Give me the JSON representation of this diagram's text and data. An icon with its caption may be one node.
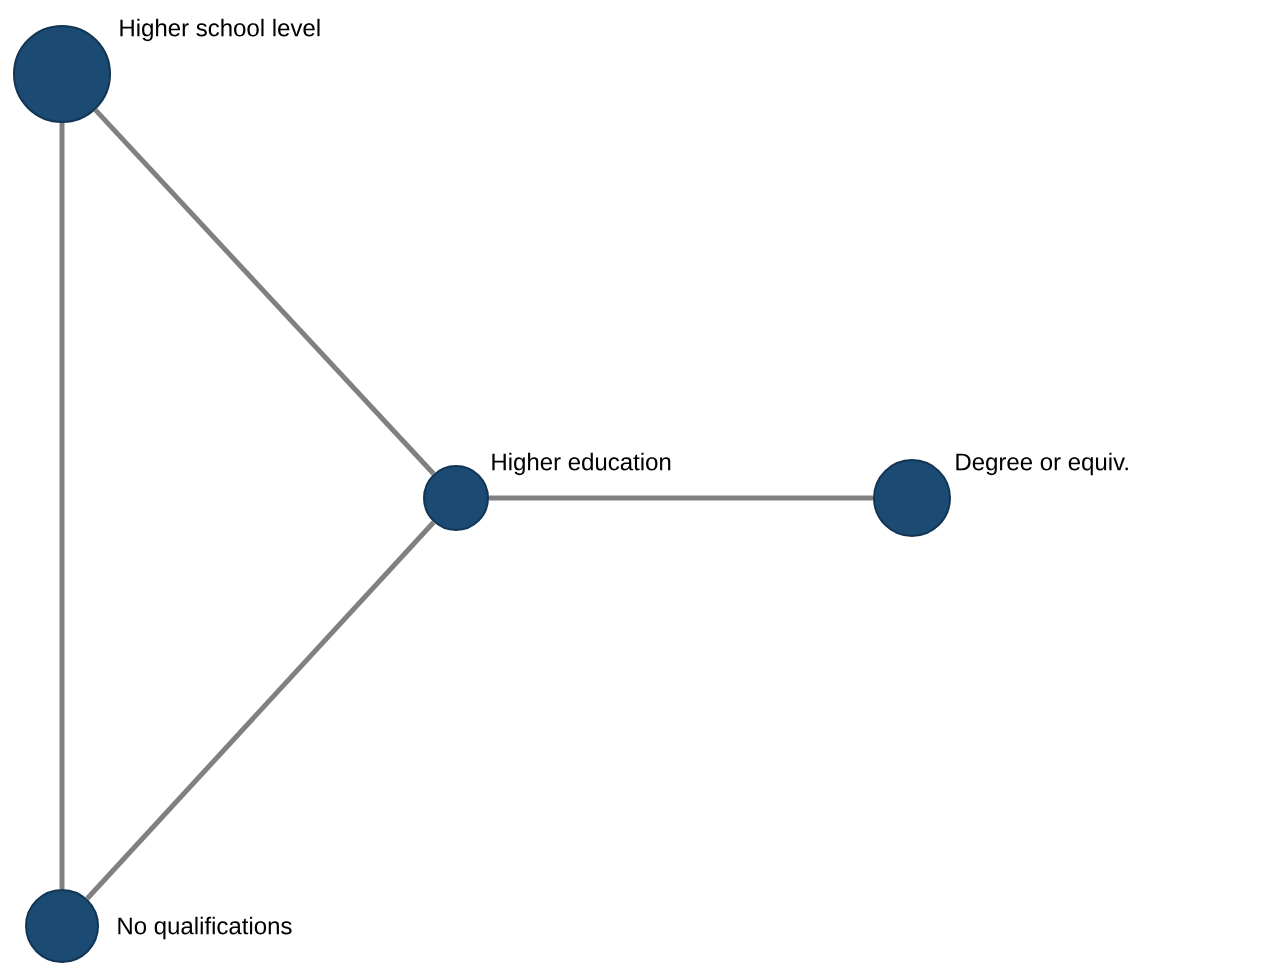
{
  "diagram": {
    "nodes": [
      {
        "text": [],
        "shape": "circle",
        "beside": [
          "Higher school level"
        ]
      },
      {
        "text": [],
        "shape": "circle",
        "beside": [
          "Higher education"
        ]
      },
      {
        "text": [],
        "shape": "circle",
        "beside": [
          "Degree or equiv."
        ]
      },
      {
        "text": [],
        "shape": "circle",
        "beside": [
          "No qualifications"
        ]
      }
    ],
    "edges": [
      {
        "from": 0,
        "to": 1,
        "arrow": "none"
      },
      {
        "from": 0,
        "to": 3,
        "arrow": "none"
      },
      {
        "from": 1,
        "to": 2,
        "arrow": "none"
      },
      {
        "from": 1,
        "to": 3,
        "arrow": "none"
      }
    ]
  }
}
